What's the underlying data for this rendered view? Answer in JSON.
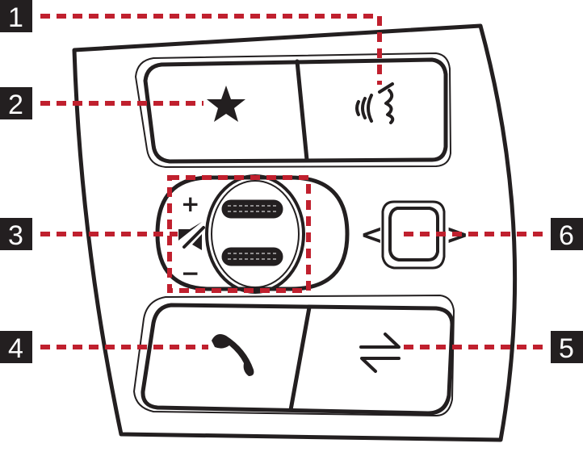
{
  "title": "Steering wheel control buttons",
  "colors": {
    "callout": "#c0202e",
    "line": "#231f20"
  },
  "callouts": [
    {
      "number": "1",
      "target": "voice-command-button"
    },
    {
      "number": "2",
      "target": "favorite-button"
    },
    {
      "number": "3",
      "target": "volume-mute-wheel"
    },
    {
      "number": "4",
      "target": "call-button"
    },
    {
      "number": "5",
      "target": "source-switch-button"
    },
    {
      "number": "6",
      "target": "seek-left-right-switch"
    }
  ],
  "symbols": {
    "plus": "+",
    "minus": "−",
    "left": "<",
    "right": ">"
  }
}
